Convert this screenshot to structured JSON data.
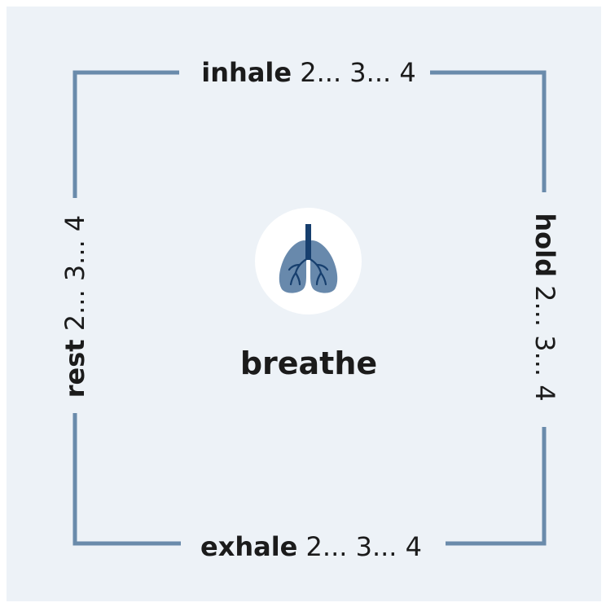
{
  "diagram": {
    "center_label": "breathe",
    "center_icon": "lungs-icon",
    "steps": [
      {
        "side": "top",
        "word": "inhale",
        "count": "2... 3... 4"
      },
      {
        "side": "right",
        "word": "hold",
        "count": "2... 3... 4"
      },
      {
        "side": "bottom",
        "word": "exhale",
        "count": "2... 3... 4"
      },
      {
        "side": "left",
        "word": "rest",
        "count": "2... 3... 4"
      }
    ]
  },
  "colors": {
    "background": "#edf2f7",
    "frame_line": "#6a8bab",
    "lung_fill": "#6889ac",
    "trachea": "#173f6e",
    "icon_circle": "#ffffff",
    "text": "#1b1b1b"
  }
}
